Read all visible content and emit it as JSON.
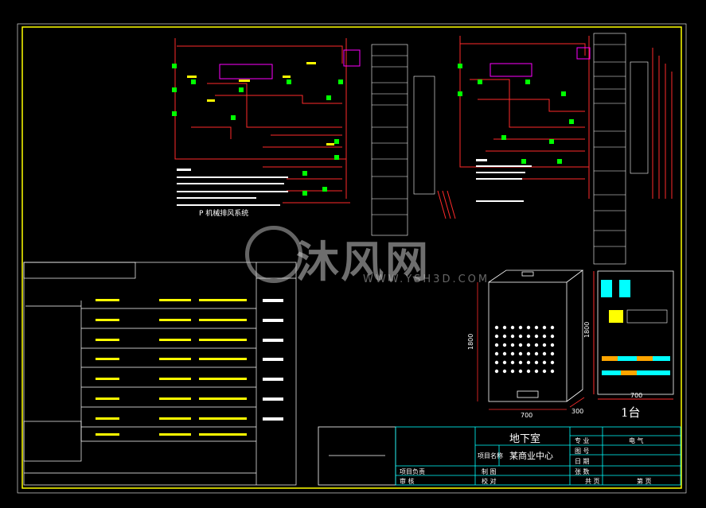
{
  "drawing": {
    "left_system_title": "P 机械排风系统",
    "cabinet_caption": "1台",
    "dim_width": "700",
    "dim_depth": "300",
    "dim_height": "1800",
    "watermark_main": "沐风网",
    "watermark_sub": "WWW.YSH3D.COM"
  },
  "title_block": {
    "project_label": "项目名称",
    "project_name": "某商业中心",
    "sheet_title": "地下室",
    "design_label": "电 气",
    "row_labels": [
      "专 业",
      "图 号",
      "日 期",
      "张 数"
    ],
    "page_label": "共 页",
    "page_of": "第 页",
    "bottom_left": [
      "项目负责",
      "审 核"
    ],
    "bottom_mid": [
      "制 图",
      "校 对"
    ]
  },
  "colors": {
    "frame": "#ffff00",
    "line": "#ffffff",
    "red": "#ff2a2a",
    "green": "#00ff00",
    "cyan": "#00ffff",
    "magenta": "#ff00ff",
    "yellow": "#ffff00"
  }
}
